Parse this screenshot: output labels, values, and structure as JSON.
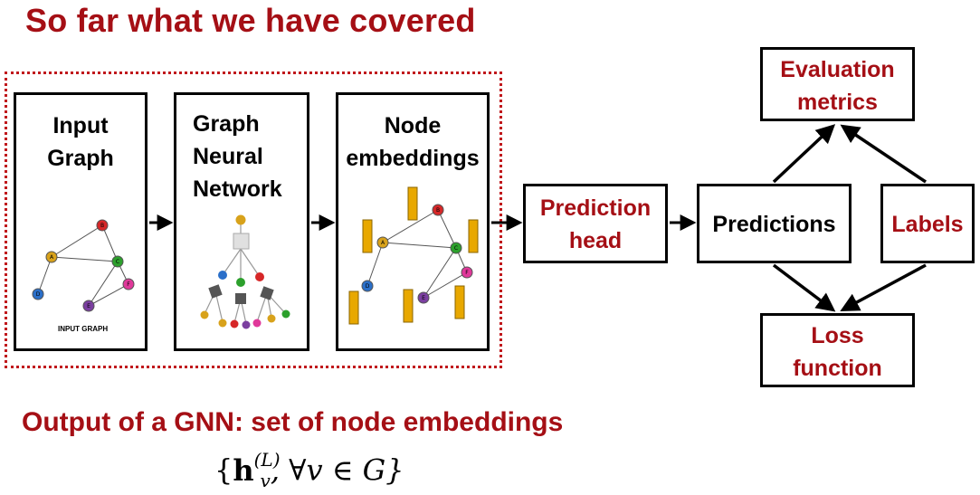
{
  "title": "So far what we have covered",
  "pipeline": {
    "input_graph": "Input\nGraph",
    "input_graph_caption": "INPUT GRAPH",
    "gnn": "Graph\nNeural\nNetwork",
    "node_embeddings": "Node\nembeddings",
    "prediction_head": "Prediction\nhead",
    "predictions": "Predictions",
    "labels": "Labels",
    "evaluation_metrics": "Evaluation\nmetrics",
    "loss_function": "Loss\nfunction"
  },
  "graph_nodes": [
    "A",
    "B",
    "C",
    "D",
    "E",
    "F"
  ],
  "colors": {
    "accent_red": "#a50f15",
    "node_A": "#d8a21b",
    "node_B": "#d62728",
    "node_C": "#2ca02c",
    "node_D": "#2a6fc9",
    "node_E": "#7b3fa0",
    "node_F": "#e0389a",
    "embedding_bar": "#e8a800"
  },
  "footer": {
    "output_text": "Output of a GNN: set of node embeddings",
    "formula": "{h_v^(L), ∀v ∈ G}",
    "formula_parts": {
      "open": "{",
      "h": "h",
      "sup": "(L)",
      "sub": "v",
      "rest": ", ∀v ∈ G}"
    }
  }
}
